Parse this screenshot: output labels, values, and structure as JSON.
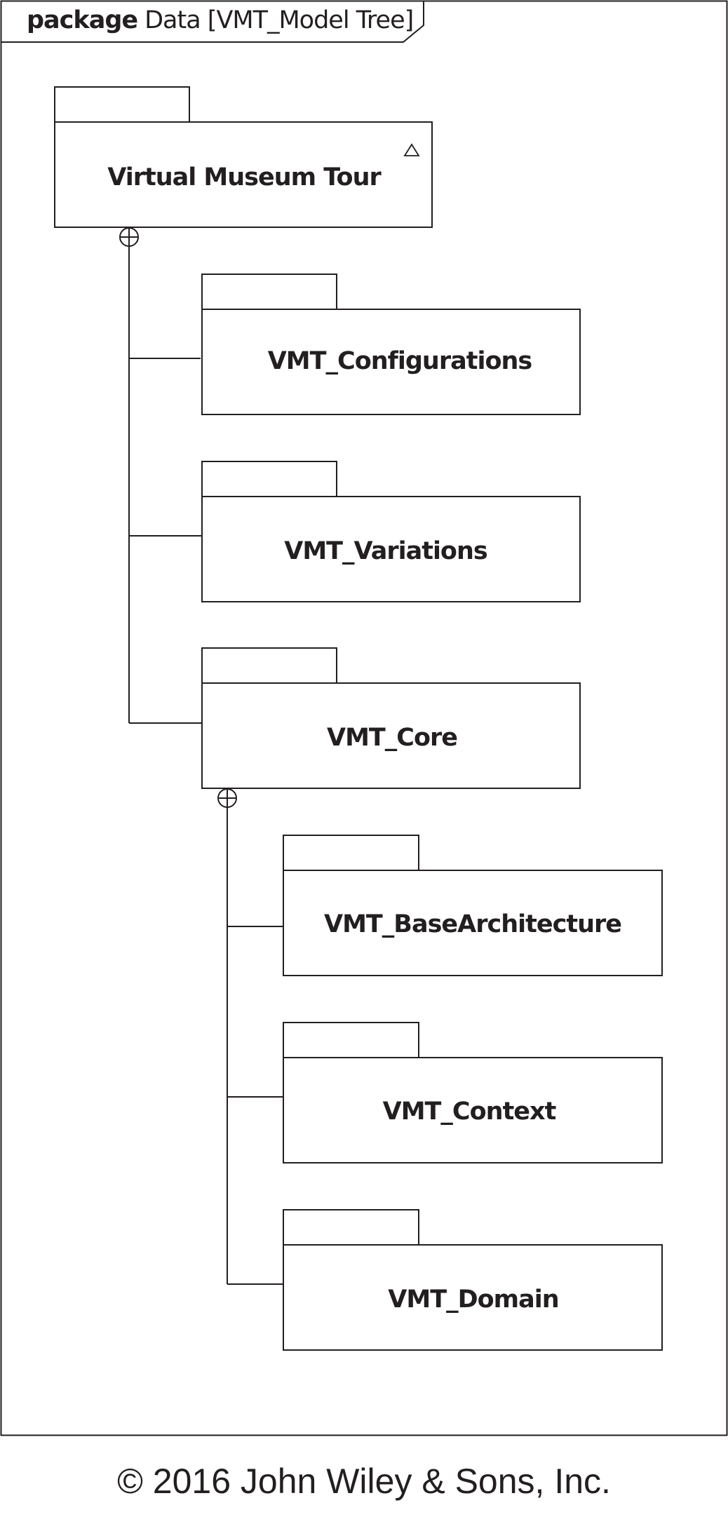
{
  "frame": {
    "keyword": "package",
    "title": "Data [VMT_Model Tree]"
  },
  "packages": {
    "root": {
      "name": "Virtual Museum Tour",
      "abstract_marker": "triangle-icon"
    },
    "configurations": {
      "name": "VMT_Configurations"
    },
    "variations": {
      "name": "VMT_Variations"
    },
    "core": {
      "name": "VMT_Core"
    },
    "base_architecture": {
      "name": "VMT_BaseArchitecture"
    },
    "context": {
      "name": "VMT_Context"
    },
    "domain": {
      "name": "VMT_Domain"
    }
  },
  "containment": [
    {
      "parent": "Virtual Museum Tour",
      "children": [
        "VMT_Configurations",
        "VMT_Variations",
        "VMT_Core"
      ]
    },
    {
      "parent": "VMT_Core",
      "children": [
        "VMT_BaseArchitecture",
        "VMT_Context",
        "VMT_Domain"
      ]
    }
  ],
  "copyright": "© 2016 John Wiley & Sons, Inc.",
  "colors": {
    "ink": "#231f20",
    "background": "#ffffff"
  }
}
